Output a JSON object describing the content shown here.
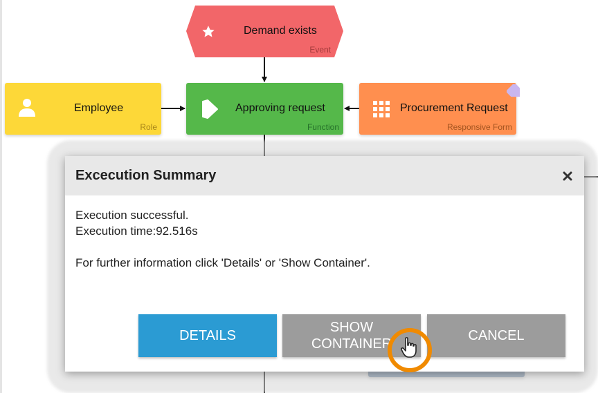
{
  "diagram": {
    "event": {
      "title": "Demand exists",
      "type": "Event",
      "icon": "star-icon",
      "color": "#f26669"
    },
    "role": {
      "title": "Employee",
      "type": "Role",
      "icon": "person-icon",
      "color": "#fdd838"
    },
    "function": {
      "title": "Approving request",
      "type": "Function",
      "icon": "play-icon",
      "color": "#55b84a"
    },
    "form": {
      "title": "Procurement Request",
      "type": "Responsive Form",
      "icon": "grid-icon",
      "color": "#ff8f4f"
    }
  },
  "dialog": {
    "title": "Excecution Summary",
    "close_icon": "close-icon",
    "message_line1": "Execution successful.",
    "message_line2": "Execution time:92.516s",
    "message_line3": "For further information click 'Details' or 'Show Container'.",
    "buttons": {
      "details": "DETAILS",
      "show_container_line1": "SHOW",
      "show_container_line2": "CONTAINER",
      "cancel": "CANCEL"
    }
  },
  "colors": {
    "primary_button": "#2b9bd3",
    "secondary_button": "#9c9c9c",
    "cursor_highlight": "#f08a00"
  }
}
